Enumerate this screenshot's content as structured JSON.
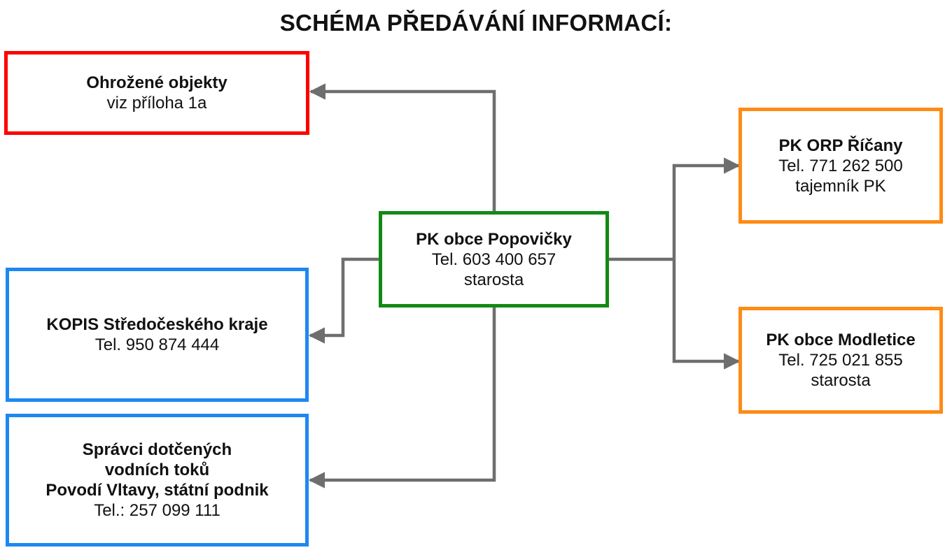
{
  "title": "SCHÉMA PŘEDÁVÁNÍ INFORMACÍ:",
  "colors": {
    "red": "#ff0000",
    "blue": "#1e88f0",
    "green": "#138a13",
    "orange": "#ff8a14",
    "connector": "#6e6e6e"
  },
  "boxes": {
    "ohrozene": {
      "line1": "Ohrožené objekty",
      "line2": "viz příloha 1a"
    },
    "kopis": {
      "line1": "KOPIS Středočeského kraje",
      "line2": "Tel. 950 874 444"
    },
    "spravci": {
      "line1": "Správci dotčených",
      "line2": "vodních toků",
      "line3": "Povodí Vltavy, státní podnik",
      "line4": "Tel.: 257 099 111"
    },
    "center": {
      "line1": "PK obce Popovičky",
      "line2": "Tel. 603 400 657",
      "line3": "starosta"
    },
    "orp": {
      "line1": "PK ORP Říčany",
      "line2": "Tel. 771 262 500",
      "line3": "tajemník PK"
    },
    "modletice": {
      "line1": "PK obce Modletice",
      "line2": "Tel. 725 021 855",
      "line3": "starosta"
    }
  }
}
